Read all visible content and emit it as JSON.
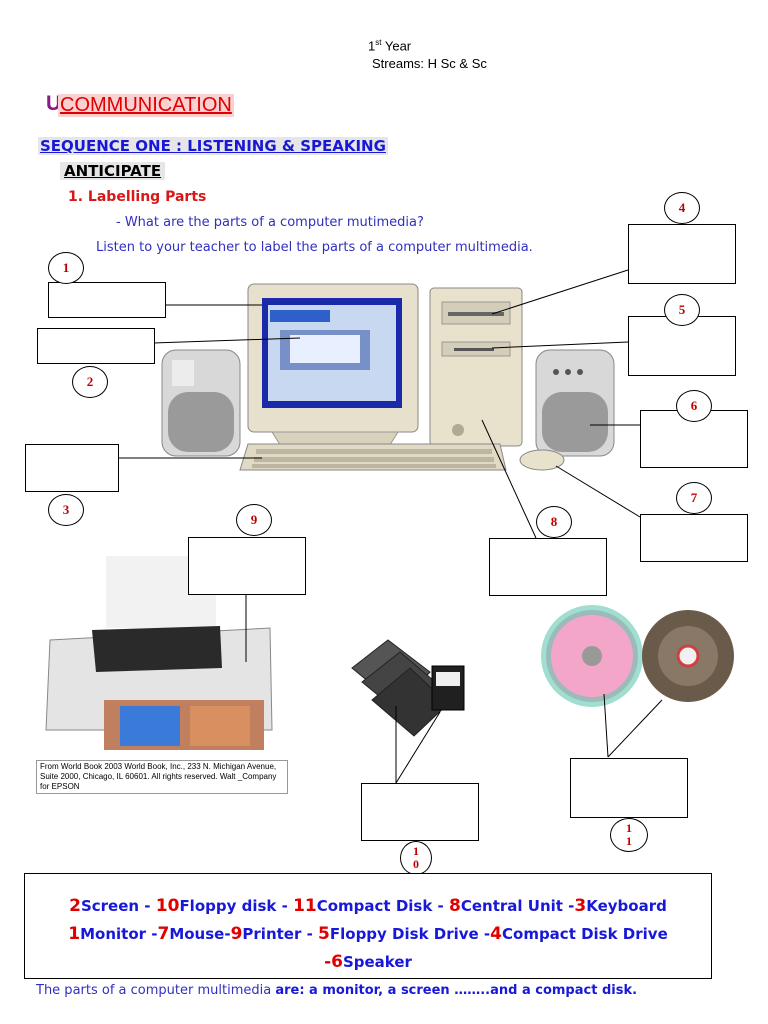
{
  "header": {
    "year_num": "1",
    "year_sup": "st",
    "year_word": "Year",
    "streams": "Streams: H Sc & Sc"
  },
  "unit": {
    "logo": "U",
    "title": "COMMUNICATION"
  },
  "sequence": "SEQUENCE ONE : LISTENING & SPEAKING",
  "anticipate": "ANTICIPATE",
  "task": {
    "heading": "1. Labelling Parts",
    "question": "- What are the parts of a computer mutimedia?",
    "instruction": "Listen to your teacher to label the parts of a computer multimedia."
  },
  "numbers": {
    "n1": "1",
    "n2": "2",
    "n3": "3",
    "n4": "4",
    "n5": "5",
    "n6": "6",
    "n7": "7",
    "n8": "8",
    "n9": "9",
    "n10a": "1",
    "n10b": "0",
    "n11a": "1",
    "n11b": "1"
  },
  "credit": "From World Book  2003 World Book, Inc., 233 N. Michigan Avenue, Suite 2000, Chicago, IL 60601.  All rights reserved.  Walt _Company for EPSON",
  "answers": {
    "line1": [
      {
        "n": "2",
        "t": "Screen - "
      },
      {
        "n": "10",
        "t": "Floppy disk - "
      },
      {
        "n": "11",
        "t": "Compact Disk - "
      },
      {
        "n": "8",
        "t": "Central Unit -"
      },
      {
        "n": "3",
        "t": "Keyboard"
      }
    ],
    "line2": [
      {
        "n": "1",
        "t": "Monitor -"
      },
      {
        "n": "7",
        "t": "Mouse-"
      },
      {
        "n": "9",
        "t": "Printer - "
      },
      {
        "n": "5",
        "t": "Floppy Disk Drive -"
      },
      {
        "n": "4",
        "t": "Compact Disk Drive"
      }
    ],
    "line3": [
      {
        "n": "-6",
        "t": "Speaker"
      }
    ]
  },
  "footer": {
    "start": "The parts of a computer multimedia ",
    "bold": "are: a monitor, a screen ……..and a compact disk.",
    "end": ""
  },
  "colors": {
    "title_red": "#e00000",
    "seq_blue": "#1818d8",
    "number_red": "#c00000"
  }
}
